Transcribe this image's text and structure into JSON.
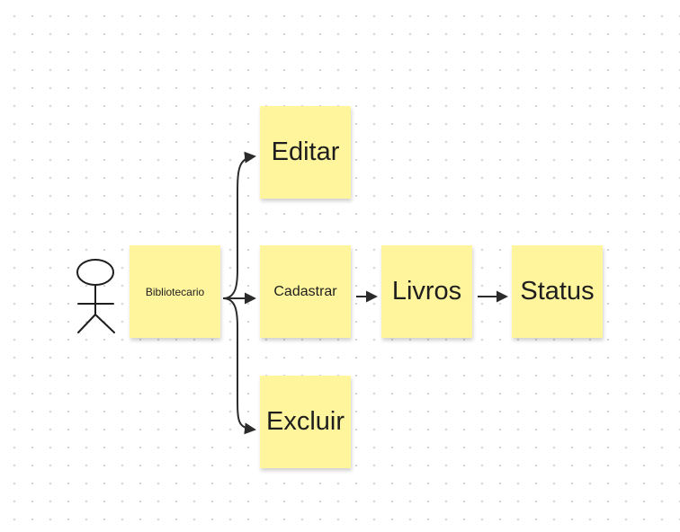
{
  "diagram": {
    "actor": {
      "icon": "stick-figure-icon"
    },
    "notes": {
      "bibliotecario": "Bibliotecario",
      "editar": "Editar",
      "cadastrar": "Cadastrar",
      "excluir": "Excluir",
      "livros": "Livros",
      "status": "Status"
    },
    "colors": {
      "note_fill": "#fff59d",
      "stroke": "#2b2b2b"
    }
  }
}
